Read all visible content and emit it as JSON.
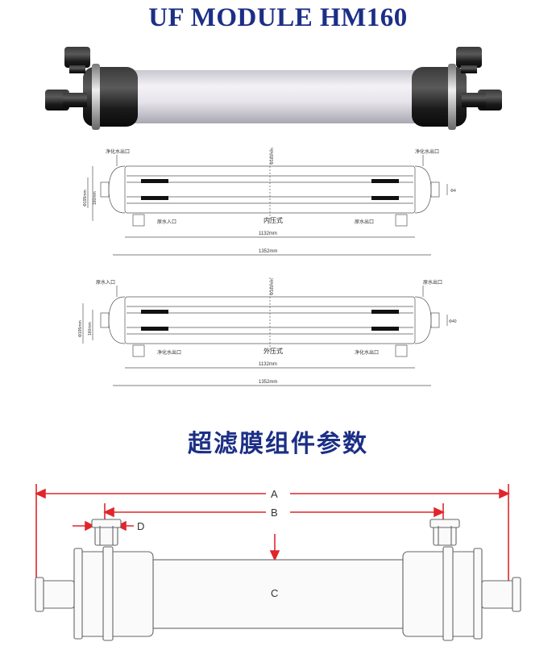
{
  "title": "UF MODULE HM160",
  "inner_drawing": {
    "label_tl": "净化水出口",
    "label_tr": "净化水出口",
    "label_bl": "原水入口",
    "label_br": "原水出口",
    "mode": "内压式",
    "dia_160": "Φ160mm",
    "dia_195": "Φ195mm",
    "h_160": "160mm",
    "d4": "Φ4",
    "len_1132": "1132mm",
    "len_1352": "1352mm"
  },
  "outer_drawing": {
    "label_tl": "原水入口",
    "label_tr": "原水出口",
    "label_bl": "净化水出口",
    "label_br": "净化水出口",
    "mode": "外压式",
    "dia_160": "Φ160mm",
    "dia_195": "Φ195mm",
    "h_160": "160mm",
    "d4": "Φ40",
    "len_1132": "1132mm",
    "len_1352": "1352mm"
  },
  "params_title": "超滤膜组件参数",
  "schematic": {
    "label_a": "A",
    "label_b": "B",
    "label_c": "C",
    "label_d": "D",
    "dimension_color": "#e0262b"
  },
  "colors": {
    "title": "#1c2f86",
    "housing": "#e8e4ee",
    "caps": "#1f1f1f"
  }
}
